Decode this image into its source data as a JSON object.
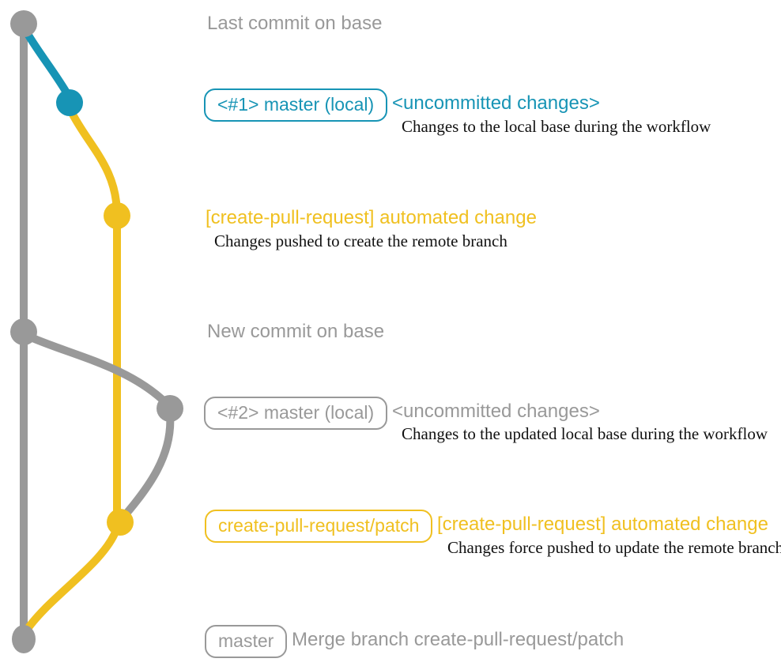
{
  "colors": {
    "background": "#ffffff",
    "base_gray": "#999999",
    "teal": "#1794b5",
    "gold": "#f0c020",
    "description_text": "#111111"
  },
  "rows": {
    "last_commit": {
      "title": "Last commit on base"
    },
    "local_1": {
      "badge": "<#1> master (local)",
      "headline": "<uncommitted changes>",
      "description": "Changes to the local base during the workflow"
    },
    "patch_1": {
      "headline": "[create-pull-request] automated change",
      "description": "Changes pushed to create the remote branch"
    },
    "new_commit": {
      "title": "New commit on base"
    },
    "local_2": {
      "badge": "<#2> master (local)",
      "headline": "<uncommitted changes>",
      "description": "Changes to the updated local base during the workflow"
    },
    "patch_2": {
      "badge": "create-pull-request/patch",
      "headline": "[create-pull-request] automated change",
      "description": "Changes force pushed to update the remote branch"
    },
    "merge": {
      "badge": "master",
      "title": "Merge branch create-pull-request/patch"
    }
  },
  "graph": {
    "branches": [
      {
        "name": "base",
        "color": "#999999"
      },
      {
        "name": "master (local)",
        "color_commit_1": "#1794b5",
        "color_commit_2": "#999999"
      },
      {
        "name": "create-pull-request/patch",
        "color": "#f0c020"
      }
    ],
    "commit_nodes": [
      {
        "id": "base-1",
        "color": "#999999"
      },
      {
        "id": "local-1",
        "color": "#1794b5"
      },
      {
        "id": "patch-1",
        "color": "#f0c020"
      },
      {
        "id": "base-2",
        "color": "#999999"
      },
      {
        "id": "local-2",
        "color": "#999999"
      },
      {
        "id": "patch-2",
        "color": "#f0c020"
      },
      {
        "id": "merge",
        "color": "#999999"
      }
    ]
  }
}
